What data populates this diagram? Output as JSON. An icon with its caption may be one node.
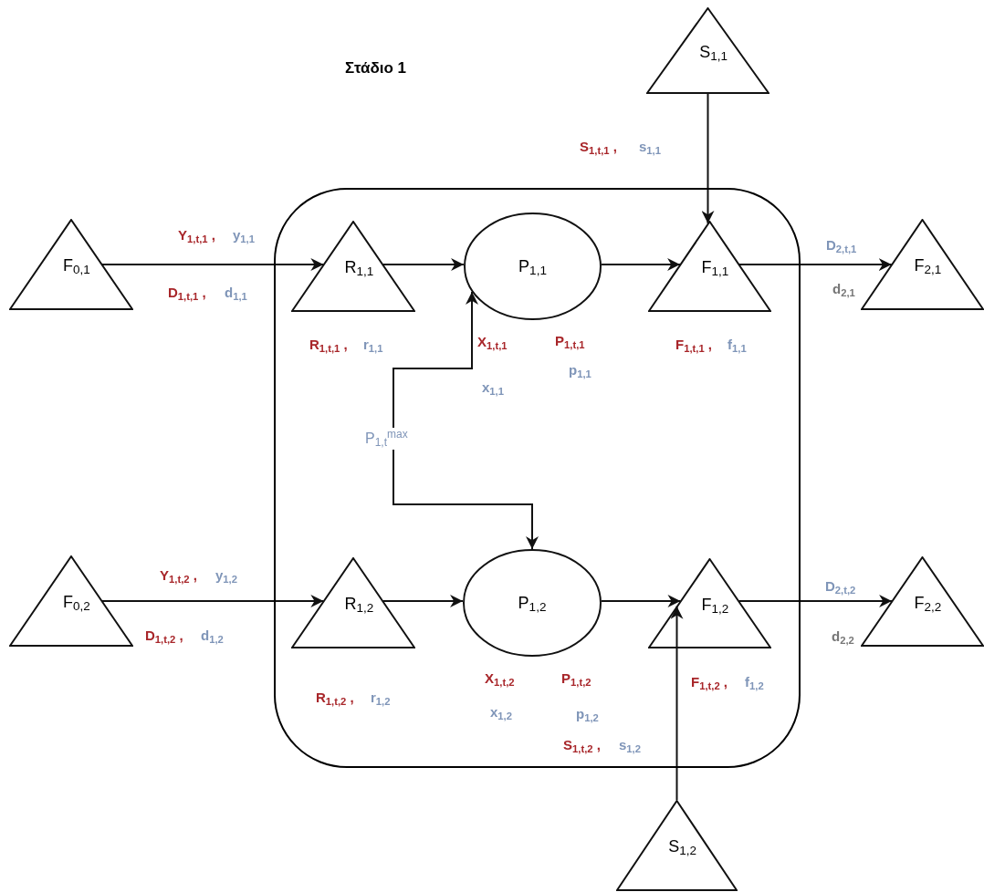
{
  "diagram": {
    "title": "Στάδιο 1",
    "nodes": [
      {
        "text": [],
        "shape": "box"
      },
      {
        "text": [
          "F$_{0,1}$"
        ]
      },
      {
        "text": [
          "R$_{1,1}$"
        ],
        "in": 0
      },
      {
        "text": [
          "P$_{1,1}$"
        ],
        "in": 0
      },
      {
        "text": [
          "F$_{1,1}$"
        ],
        "in": 0
      },
      {
        "text": [
          "F$_{2,1}$"
        ]
      },
      {
        "text": [
          "S$_{1,1}$"
        ]
      },
      {
        "text": [
          "F$_{0,2}$"
        ]
      },
      {
        "text": [
          "R$_{1,2}$"
        ],
        "in": 0
      },
      {
        "text": [
          "P$_{1,2}$"
        ],
        "in": 0
      },
      {
        "text": [
          "F$_{1,2}$"
        ],
        "in": 0
      },
      {
        "text": [
          "F$_{2,2}$"
        ]
      },
      {
        "text": [
          "S$_{1,2}$"
        ]
      },
      {
        "text": [
          "P$_{1,t}$$^{max}$"
        ],
        "in": 0
      }
    ],
    "edges": [
      {
        "from": 1,
        "to": 2,
        "arrow": "to"
      },
      {
        "from": 2,
        "to": 3,
        "arrow": "to"
      },
      {
        "from": 3,
        "to": 4,
        "arrow": "to"
      },
      {
        "from": 4,
        "to": 5,
        "arrow": "to"
      },
      {
        "from": 6,
        "to": 4,
        "arrow": "to"
      },
      {
        "from": 7,
        "to": 8,
        "arrow": "to"
      },
      {
        "from": 8,
        "to": 9,
        "arrow": "to"
      },
      {
        "from": 9,
        "to": 10,
        "arrow": "to"
      },
      {
        "from": 10,
        "to": 11,
        "arrow": "to"
      },
      {
        "from": 12,
        "to": 10,
        "arrow": "to"
      },
      {
        "from": 13,
        "to": 3,
        "arrow": "to"
      },
      {
        "from": 13,
        "to": 9,
        "arrow": "to"
      }
    ],
    "labels": [
      "S$_{1,t,1}$ ,",
      "s$_{1,1}$",
      "Y$_{1,t,1}$ ,",
      "y$_{1,1}$",
      "D$_{2,t,1}$",
      "D$_{1,t,1}$ ,",
      "d$_{1,1}$",
      "d$_{2,1}$",
      "R$_{1,t,1}$ ,",
      "r$_{1,1}$",
      "X$_{1,t,1}$",
      "P$_{1,t,1}$",
      "F$_{1,t,1}$ ,",
      "f$_{1,1}$",
      "p$_{1,1}$",
      "x$_{1,1}$",
      "Y$_{1,t,2}$ ,",
      "y$_{1,2}$",
      "D$_{2,t,2}$",
      "D$_{1,t,2}$ ,",
      "d$_{1,2}$",
      "d$_{2,2}$",
      "X$_{1,t,2}$",
      "P$_{1,t,2}$",
      "F$_{1,t,2}$ ,",
      "f$_{1,2}$",
      "R$_{1,t,2}$ ,",
      "r$_{1,2}$",
      "x$_{1,2}$",
      "p$_{1,2}$",
      "S$_{1,t,2}$ ,",
      "s$_{1,2}$"
    ]
  }
}
